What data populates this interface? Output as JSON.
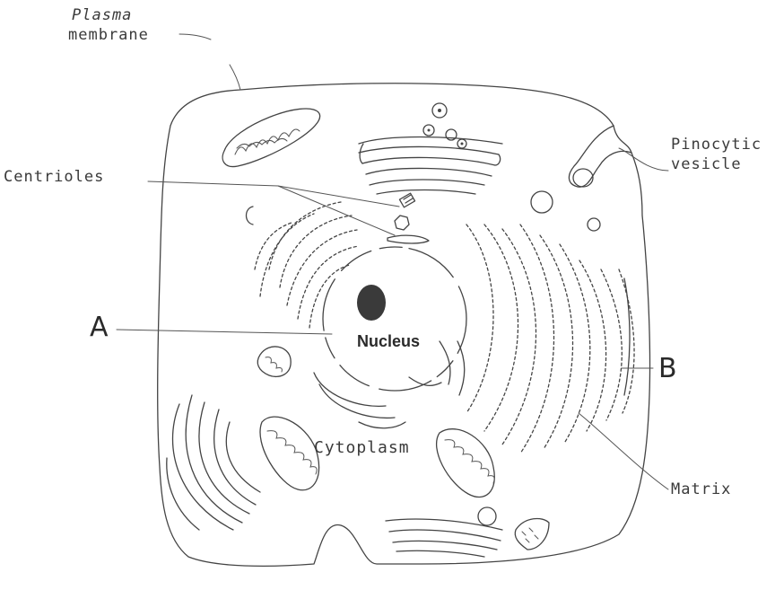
{
  "labels": {
    "plasma_membrane_line1": "Plasma",
    "plasma_membrane_line2": "membrane",
    "pinocytic_line1": "Pinocytic",
    "pinocytic_line2": "vesicle",
    "centrioles": "Centrioles",
    "a": "A",
    "b": "B",
    "nucleus": "Nucleus",
    "cytoplasm": "Cytoplasm",
    "matrix": "Matrix"
  },
  "colors": {
    "ink": "#444444",
    "nucleolus": "#3a3a3a",
    "background": "#ffffff"
  }
}
